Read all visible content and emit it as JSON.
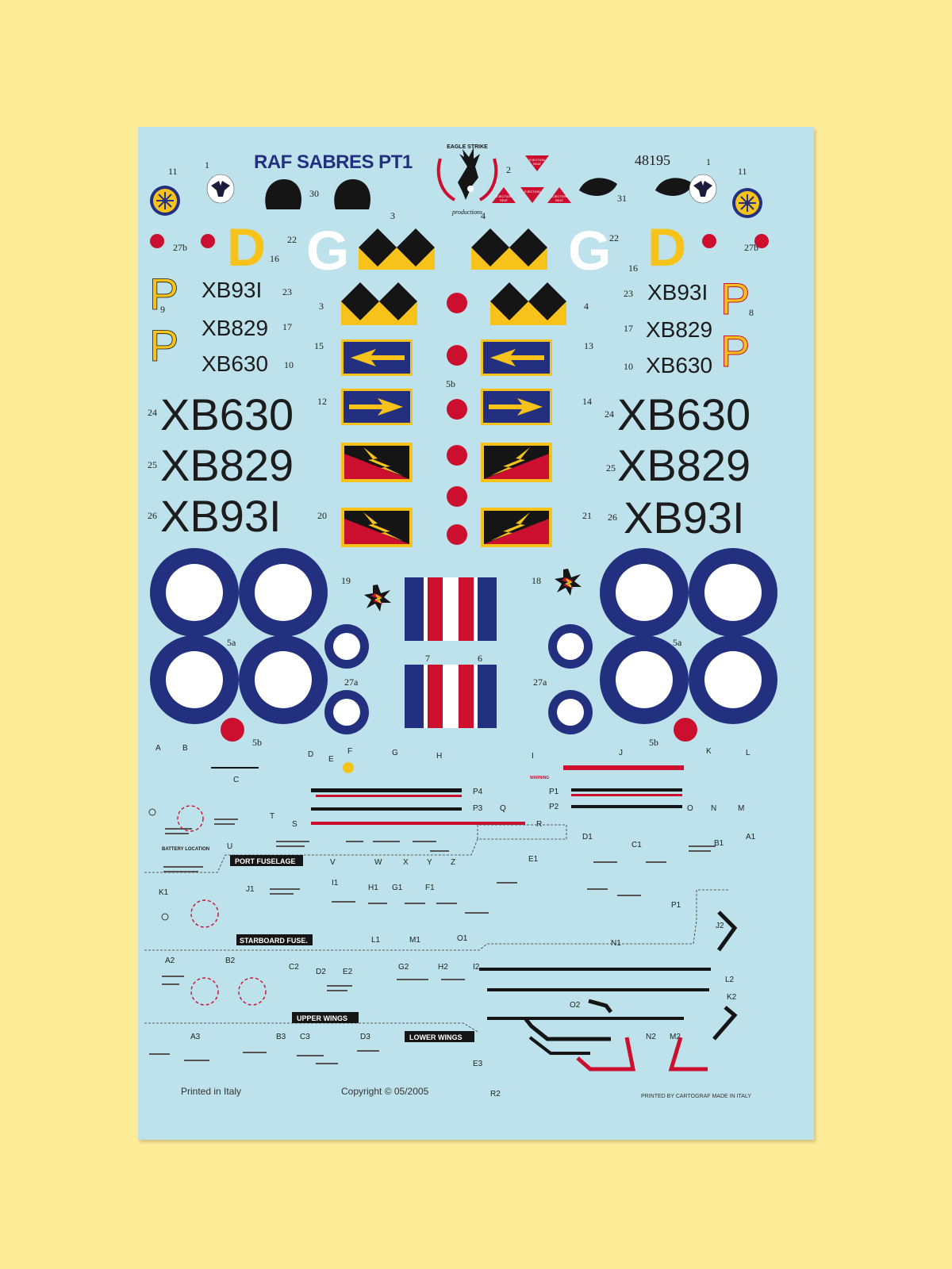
{
  "sheet": {
    "title": "RAF SABRES PT1",
    "catalog_number": "48195",
    "publisher_line1": "EAGLE STRIKE",
    "publisher_line2": "productions",
    "printed_in": "Printed in Italy",
    "copyright": "Copyright © 05/2005",
    "printer_credit": "PRINTED BY CARTOGRAF  MADE IN ITALY"
  },
  "colors": {
    "sheet_bg": "#bde2ec",
    "page_bg": "#fdeb98",
    "roundel_blue": "#23307f",
    "roundel_red": "#cc0f2f",
    "squadron_yellow": "#f7c31b",
    "squadron_black": "#151515",
    "ink": "#1c1c1c"
  },
  "ejection_seat": {
    "label_1": "EJECTION",
    "label_2": "SEAT"
  },
  "letters": {
    "d": "D",
    "g": "G",
    "p": "P"
  },
  "serials": {
    "xb931": "XB93I",
    "xb829": "XB829",
    "xb630": "XB630"
  },
  "decal_numbers": {
    "n1": "1",
    "n2": "2",
    "n3": "3",
    "n4": "4",
    "n5a": "5a",
    "n5b": "5b",
    "n6": "6",
    "n7": "7",
    "n8": "8",
    "n9": "9",
    "n10": "10",
    "n11": "11",
    "n12": "12",
    "n13": "13",
    "n14": "14",
    "n15": "15",
    "n16": "16",
    "n17": "17",
    "n18": "18",
    "n19": "19",
    "n20": "20",
    "n21": "21",
    "n22": "22",
    "n23": "23",
    "n24": "24",
    "n25": "25",
    "n26": "26",
    "n27a": "27a",
    "n27b": "27b",
    "n30": "30",
    "n31": "31"
  },
  "stencil_codes": {
    "a": "A",
    "b": "B",
    "c": "C",
    "d": "D",
    "e": "E",
    "f": "F",
    "g": "G",
    "h": "H",
    "i": "I",
    "j": "J",
    "k": "K",
    "l": "L",
    "m": "M",
    "n": "N",
    "o": "O",
    "p1": "P1",
    "p2": "P2",
    "p3": "P3",
    "p4": "P4",
    "q": "Q",
    "r": "R",
    "s": "S",
    "t": "T",
    "u": "U",
    "v": "V",
    "w": "W",
    "x": "X",
    "y": "Y",
    "z": "Z",
    "a1": "A1",
    "b1": "B1",
    "c1": "C1",
    "d1": "D1",
    "e1": "E1",
    "f1": "F1",
    "g1": "G1",
    "h1": "H1",
    "i1": "I1",
    "j1": "J1",
    "k1": "K1",
    "l1": "L1",
    "m1": "M1",
    "n1": "N1",
    "o1": "O1",
    "a2": "A2",
    "b2": "B2",
    "c2": "C2",
    "d2": "D2",
    "e2": "E2",
    "g2": "G2",
    "h2": "H2",
    "i2": "I2",
    "j2": "J2",
    "k2": "K2",
    "l2": "L2",
    "m2": "M2",
    "n2": "N2",
    "o2": "O2",
    "r2": "R2",
    "a3": "A3",
    "b3": "B3",
    "c3": "C3",
    "d3": "D3",
    "e3": "E3"
  },
  "section_labels": {
    "port_fuselage": "PORT FUSELAGE",
    "starboard_fuselage": "STARBOARD FUSE.",
    "upper_wings": "UPPER WINGS",
    "lower_wings": "LOWER WINGS"
  },
  "stencil_texts": {
    "battery_location": "BATTERY LOCATION",
    "warning": "WARNING"
  }
}
